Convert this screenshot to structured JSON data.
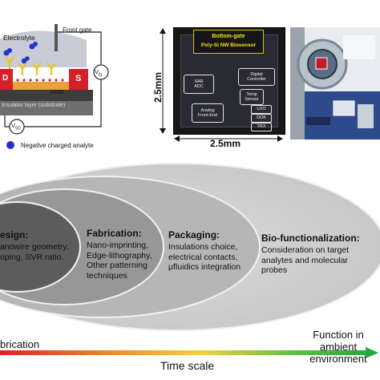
{
  "sensor": {
    "electrolyte": "Electrolyte",
    "front_gate": "Front gate",
    "vfg": "V",
    "vfg_sub": "fg",
    "drain": "D",
    "source": "S",
    "sinw": "SiNW",
    "insulator": "Insulator layer (substrate)",
    "vsd": "V",
    "vsd_sub": "SD",
    "legend": "Negative charged analyte",
    "colors": {
      "analyte": "#2233cc",
      "drain": "#d4202a",
      "source": "#d4202a",
      "nanowire": "#e6a23c",
      "antibody": "#f0c419",
      "electrolyte": "#c9cbd6"
    }
  },
  "chip": {
    "title_line1": "Bottom-gate",
    "title_line2": "Poly-Si NW Biosensor",
    "blocks": [
      {
        "line1": "SAR",
        "line2": "ADC"
      },
      {
        "line1": "Digital",
        "line2": "Controller"
      },
      {
        "line1": "Temp",
        "line2": "Sensor"
      },
      {
        "line1": "LDO",
        "line2": ""
      },
      {
        "line1": "OOK",
        "line2": ""
      },
      {
        "line1": "TRX",
        "line2": ""
      },
      {
        "line1": "Analog",
        "line2": "Front-End"
      }
    ],
    "dim_vertical": "2.5mm",
    "dim_horizontal": "2.5mm"
  },
  "stages": {
    "design": {
      "title": "esign:",
      "lines": [
        "anowire geometry,",
        "oping, SVR ratio."
      ]
    },
    "fabrication": {
      "title": "Fabrication:",
      "lines": [
        "Nano-imprinting,",
        "Edge-lithography,",
        "Other patterning",
        "techniques"
      ]
    },
    "packaging": {
      "title": "Packaging:",
      "lines": [
        "Insulations choice,",
        "electrical contacts,",
        "μfluidics integration"
      ]
    },
    "biofunctionalization": {
      "title": "Bio-functionalization:",
      "lines": [
        "Consideration on target",
        "analytes and molecular",
        "probes"
      ]
    }
  },
  "timeline": {
    "left": "brication",
    "right_line1": "Function in",
    "right_line2": "ambient environment",
    "axis": "Time scale",
    "gradient": [
      "#e0202a",
      "#f08a24",
      "#f2d23a",
      "#5cc23e",
      "#22a83a"
    ]
  }
}
